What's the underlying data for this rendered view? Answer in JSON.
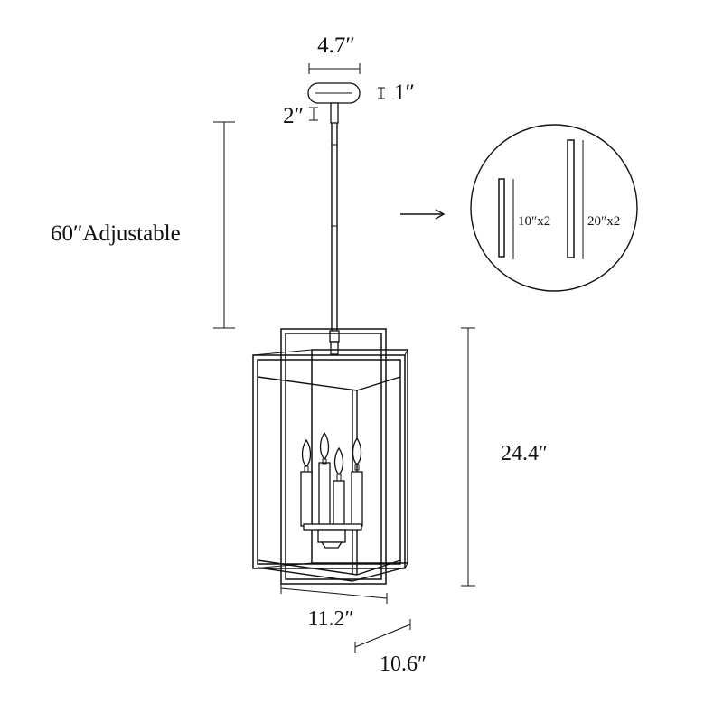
{
  "dimensions": {
    "canopy_width": "4.7″",
    "canopy_height": "1″",
    "stem_cap": "2″",
    "rod_length": "60″Adjustable",
    "fixture_height": "24.4″",
    "fixture_width": "11.2″",
    "fixture_depth": "10.6″"
  },
  "rods_detail": {
    "short_rods": "10″x2",
    "long_rods": "20″x2"
  },
  "icons": {
    "arrow": "arrow-right-icon",
    "canopy": "ceiling-canopy-icon",
    "candle": "candle-bulb-icon"
  },
  "colors": {
    "line": "#111111",
    "background": "#ffffff"
  }
}
